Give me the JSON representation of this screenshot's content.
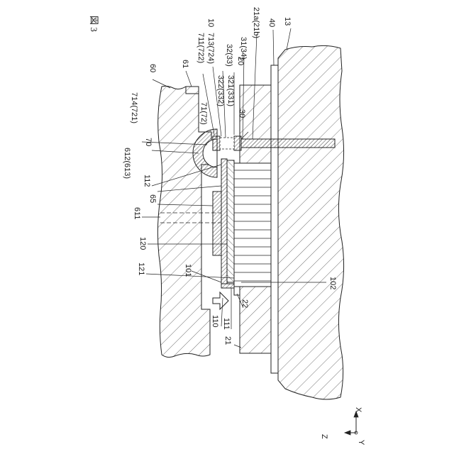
{
  "figure": {
    "title": "図 3",
    "labels": {
      "l10": "10",
      "l13": "13",
      "l20": "20",
      "l21": "21",
      "l21a": "21a(21b)",
      "l22": "22",
      "l30": "30",
      "l31": "31(34)",
      "l32": "32(33)",
      "l321": "321(331)",
      "l322": "322(332)",
      "l40": "40",
      "l60": "60",
      "l61": "61",
      "l65": "65",
      "l611": "611",
      "l612": "612(613)",
      "l70": "70",
      "l71": "71(72)",
      "l711": "711(722)",
      "l713": "713(724)",
      "l714": "714(721)",
      "l101": "101",
      "l102": "102",
      "l110": "110",
      "l111": "111",
      "l112": "112",
      "l120": "120",
      "l121": "121"
    },
    "axes": {
      "x": "X",
      "z": "Z",
      "y": "Y"
    }
  }
}
